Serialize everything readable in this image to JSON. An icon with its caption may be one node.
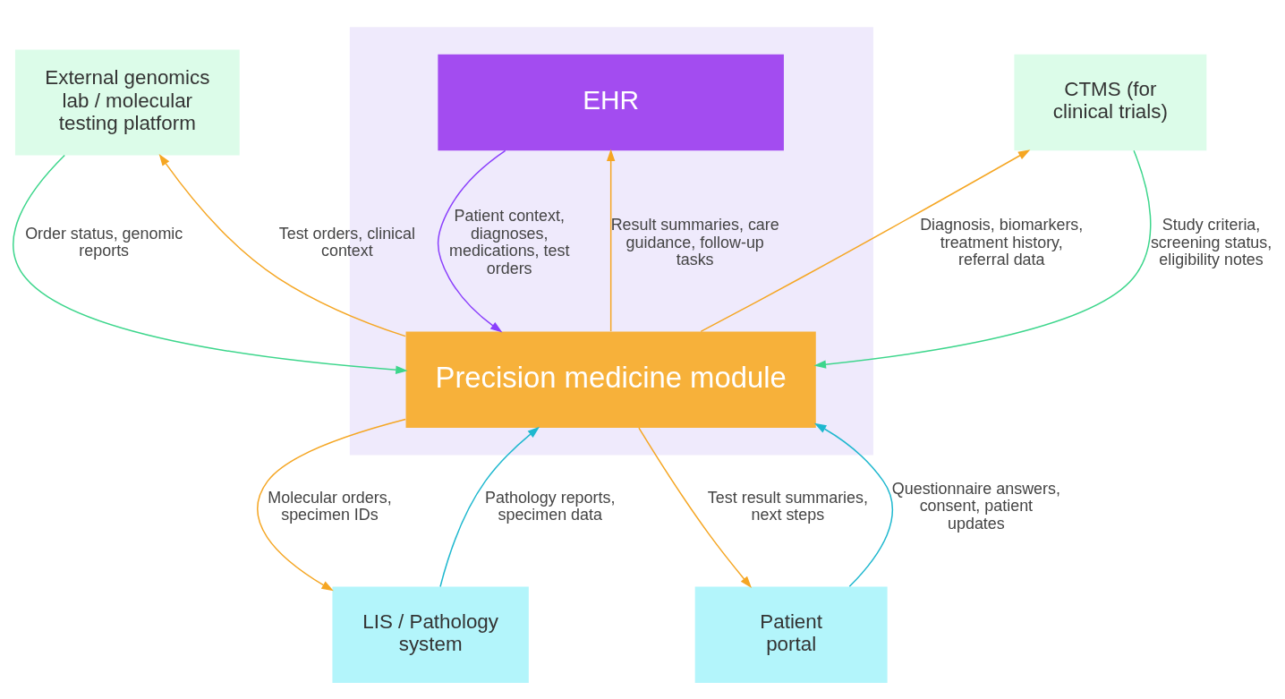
{
  "diagram": {
    "nodes": [
      {
        "text": [
          "External genomics lab / molecular testing platform"
        ]
      },
      {
        "text": [],
        "shape": "box"
      },
      {
        "text": [
          "EHR"
        ],
        "in": 1
      },
      {
        "text": [
          "CTMS (for clinical trials)"
        ]
      },
      {
        "text": [
          "Precision medicine module"
        ],
        "in": 1
      },
      {
        "text": [
          "LIS / Pathology system"
        ]
      },
      {
        "text": [
          "Patient portal"
        ]
      }
    ],
    "edges": [
      {
        "from": 4,
        "to": 0,
        "arrow": "to",
        "label": "Test orders, clinical context"
      },
      {
        "from": 0,
        "to": 4,
        "arrow": "to",
        "label": "Order status, genomic reports",
        "color": "#3dd68c"
      },
      {
        "from": 2,
        "to": 4,
        "arrow": "to",
        "label": "Patient context, diagnoses, medications, test orders",
        "color": "#8a3ffc"
      },
      {
        "from": 4,
        "to": 2,
        "arrow": "to",
        "label": "Result summaries, care guidance, follow-up tasks"
      },
      {
        "from": 3,
        "to": 4,
        "arrow": "to",
        "label": "Study criteria, screening status, eligibility notes",
        "color": "#3dd68c"
      },
      {
        "from": 4,
        "to": 3,
        "arrow": "to",
        "label": "Diagnosis, biomarkers, treatment history, referral data"
      },
      {
        "from": 4,
        "to": 5,
        "arrow": "to",
        "label": "Molecular orders, specimen IDs"
      },
      {
        "from": 5,
        "to": 4,
        "arrow": "to",
        "label": "Pathology reports, specimen data",
        "color": "#1fb8cf"
      },
      {
        "from": 4,
        "to": 6,
        "arrow": "to",
        "label": "Test result summaries, next steps"
      },
      {
        "from": 6,
        "to": 4,
        "arrow": "to",
        "label": "Questionnaire answers, consent, patient updates",
        "color": "#1fb8cf"
      }
    ]
  }
}
